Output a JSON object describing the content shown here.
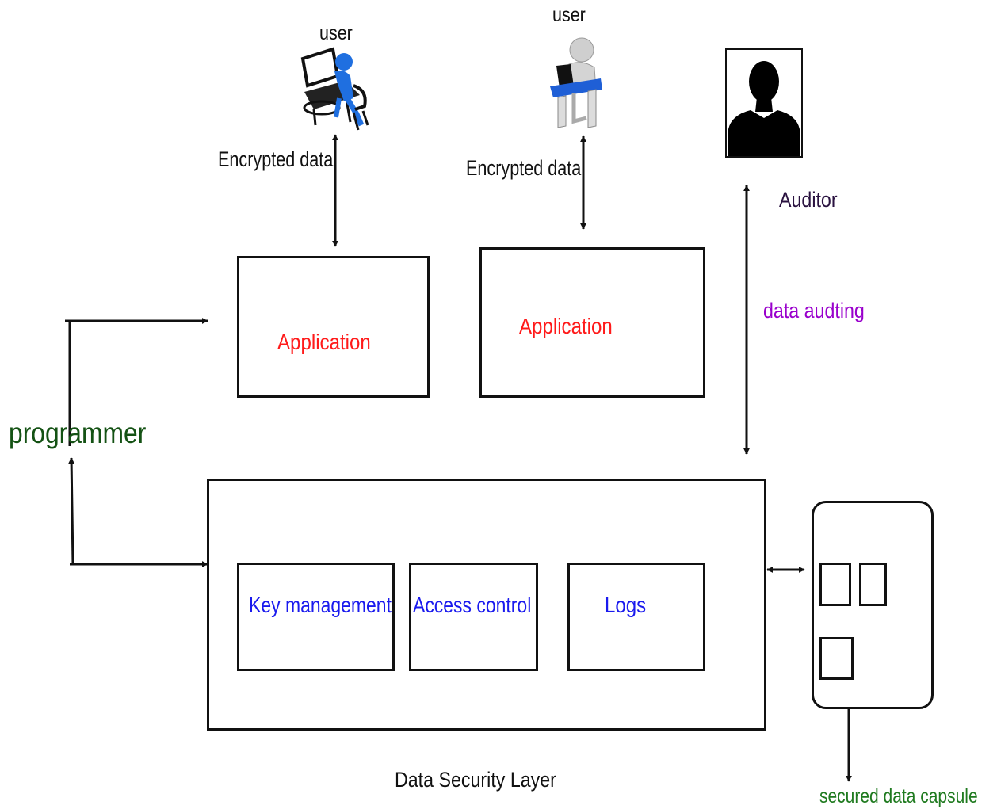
{
  "colors": {
    "app_label": "#ff1a1a",
    "module_label": "#1a1aee",
    "auditing_label": "#9900cc",
    "programmer_label": "#145214",
    "capsule_label": "#1f7a1f",
    "auditor_label": "#2a1240"
  },
  "user_left": {
    "label": "user",
    "encrypted_label": "Encrypted data",
    "icon": "user-at-computer-icon"
  },
  "user_right": {
    "label": "user",
    "encrypted_label": "Encrypted data",
    "icon": "user-at-laptop-icon"
  },
  "auditor": {
    "label": "Auditor",
    "icon": "person-silhouette-icon",
    "link_label": "data audting"
  },
  "applications": [
    {
      "label": "Application"
    },
    {
      "label": "Application"
    }
  ],
  "programmer": {
    "label": "programmer"
  },
  "security_layer": {
    "label": "Data Security Layer",
    "modules": [
      {
        "label": "Key management"
      },
      {
        "label": "Access control"
      },
      {
        "label": "Logs"
      }
    ]
  },
  "capsule": {
    "label": "secured data capsule"
  }
}
